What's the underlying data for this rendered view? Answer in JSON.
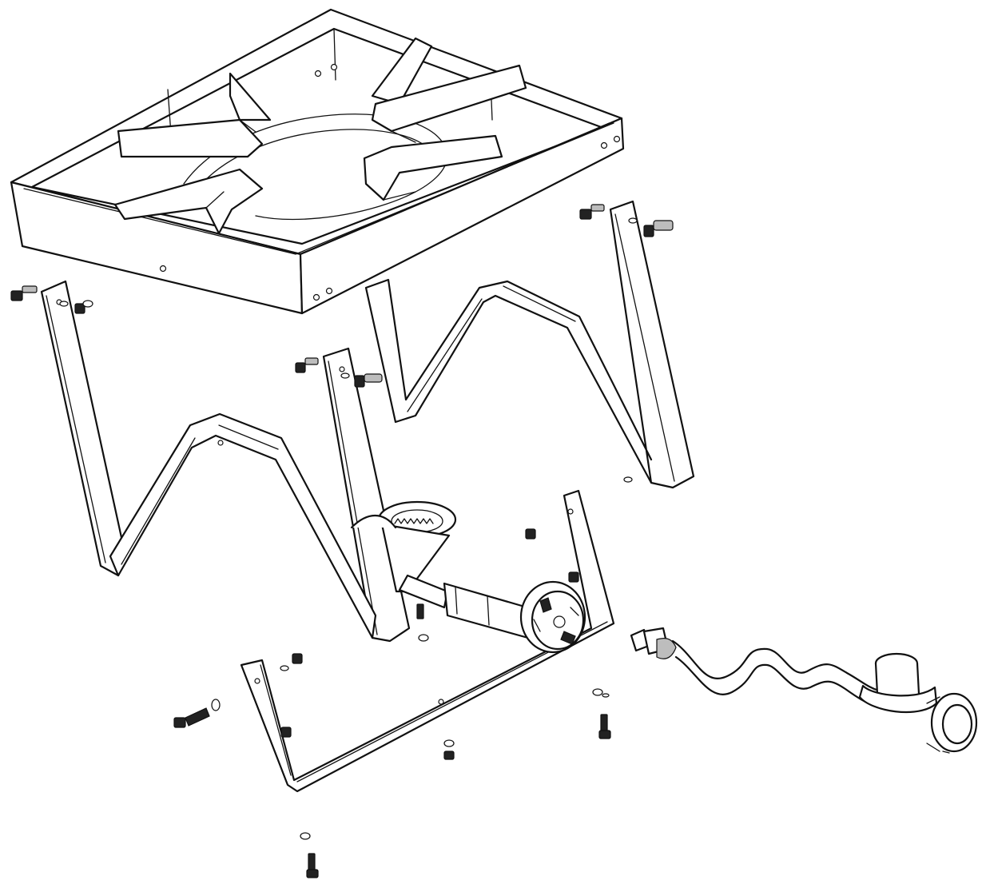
{
  "diagram": {
    "background_color": "#ffffff",
    "line_color": "#111111",
    "parts": [
      {
        "name": "pot-support-frame"
      },
      {
        "name": "front-left-leg"
      },
      {
        "name": "front-right-leg"
      },
      {
        "name": "rear-right-leg"
      },
      {
        "name": "rear-left-leg"
      },
      {
        "name": "burner-bracket"
      },
      {
        "name": "cast-burner"
      },
      {
        "name": "regulator-hose-assembly"
      },
      {
        "name": "hardware-bolts-nuts-washers"
      }
    ]
  }
}
